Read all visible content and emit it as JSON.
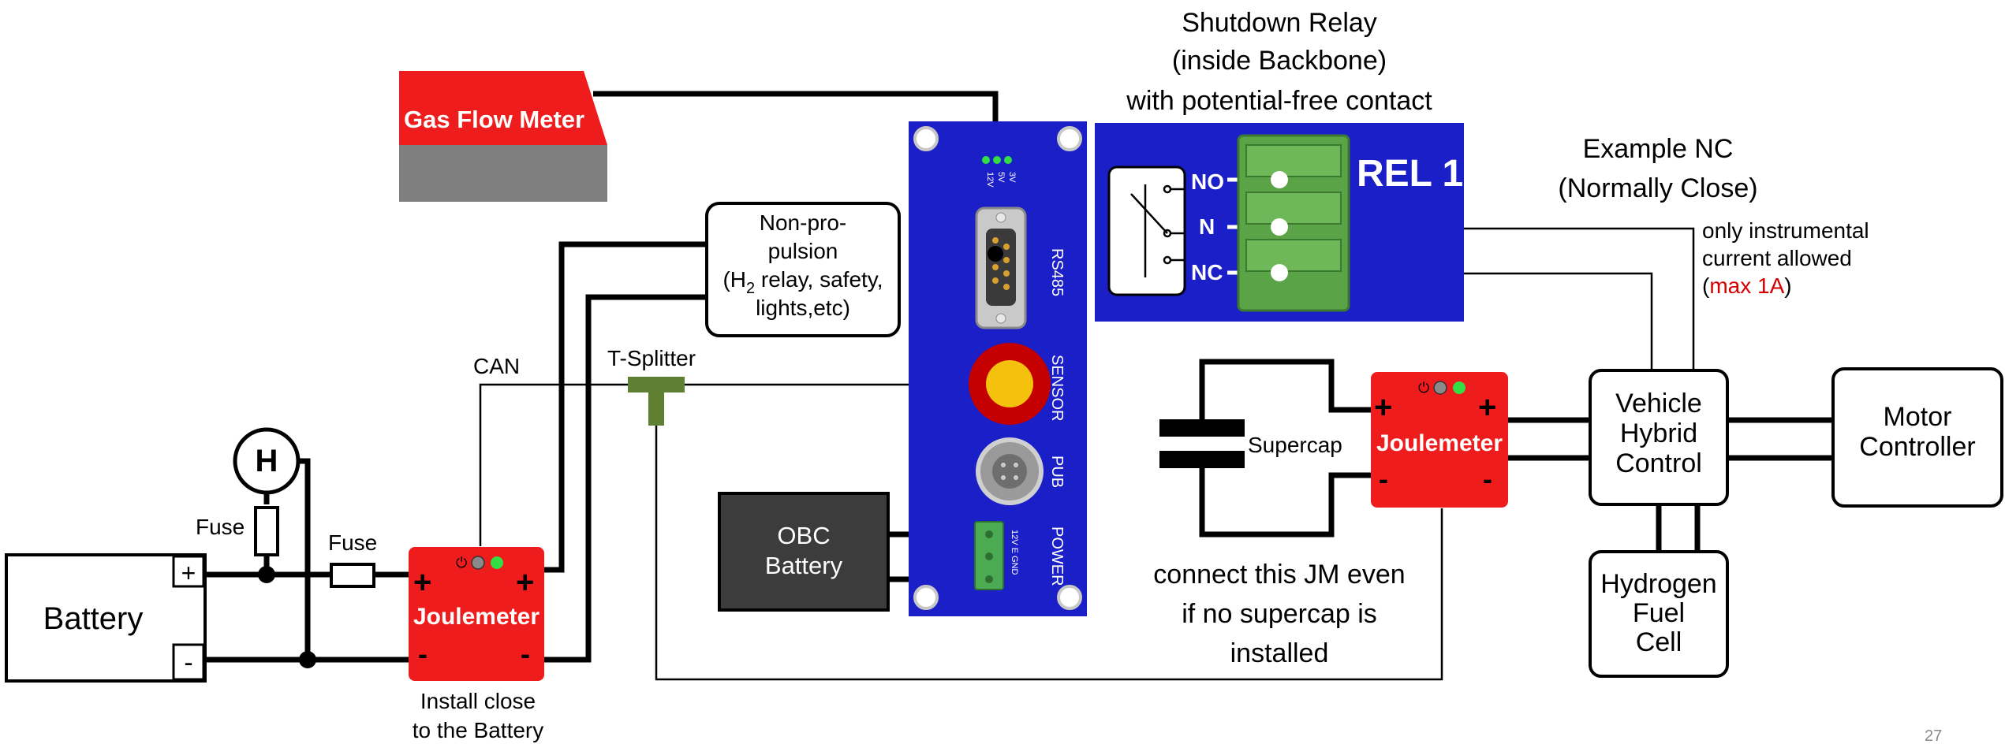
{
  "relay": {
    "title_lines": [
      "Shutdown Relay",
      "(inside Backbone)",
      "with potential-free contact"
    ],
    "board_label": "REL 1",
    "pins": [
      "NO",
      "N",
      "NC"
    ]
  },
  "example": {
    "title_lines": [
      "Example NC",
      "(Normally Close)"
    ],
    "note_lines": [
      "only instrumental",
      "current allowed"
    ],
    "note_paren_open": "(",
    "note_max": "max 1A",
    "note_paren_close": ")",
    "note_max_color": "#d40000"
  },
  "gas_flow_meter": {
    "label": "Gas Flow Meter",
    "color": "#ee1c1c"
  },
  "non_propulsion": {
    "lines": [
      "Non-pro-",
      "pulsion",
      "(H",
      "2",
      " relay, safety,",
      "lights,etc)"
    ]
  },
  "backbone": {
    "color": "#1a1fc8",
    "ports": [
      "RS485",
      "SENSOR",
      "PUB",
      "POWER"
    ],
    "led_labels": [
      "12V",
      "5V",
      "3V"
    ],
    "power_pins": "12V  E  GND"
  },
  "obc_battery": {
    "lines": [
      "OBC",
      "Battery"
    ],
    "color": "#3c3c3c"
  },
  "t_splitter": {
    "label": "T-Splitter",
    "color": "#5f7f33"
  },
  "can": {
    "label": "CAN"
  },
  "battery": {
    "label": "Battery",
    "plus": "+",
    "minus": "-"
  },
  "fuses": [
    "Fuse",
    "Fuse"
  ],
  "hydrogen_sensor": {
    "label": "H"
  },
  "joulemeter_left": {
    "label": "Joulemeter",
    "plus": "+",
    "minus": "-",
    "note_lines": [
      "Install close",
      "to the Battery"
    ]
  },
  "joulemeter_right": {
    "label": "Joulemeter",
    "plus": "+",
    "minus": "-",
    "note_lines": [
      "connect this JM even",
      "if no supercap is",
      "installed"
    ]
  },
  "supercap": {
    "label": "Supercap"
  },
  "vehicle_hybrid_control": {
    "lines": [
      "Vehicle",
      "Hybrid",
      "Control"
    ]
  },
  "motor_controller": {
    "lines": [
      "Motor",
      "Controller"
    ]
  },
  "fuel_cell": {
    "lines": [
      "Hydrogen",
      "Fuel",
      "Cell"
    ]
  },
  "page_number": "27"
}
